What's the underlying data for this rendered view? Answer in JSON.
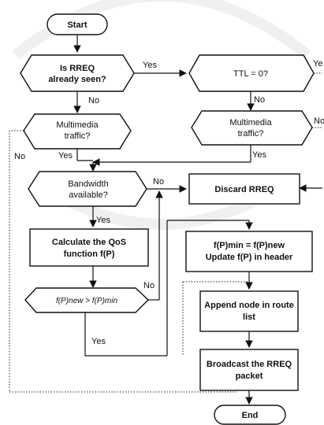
{
  "nodes": {
    "start": "Start",
    "rreq_seen_1": "Is RREQ",
    "rreq_seen_2": "already seen?",
    "ttl": "TTL = 0?",
    "mm_left_1": "Multimedia",
    "mm_left_2": "traffic?",
    "mm_right_1": "Multimedia",
    "mm_right_2": "traffic?",
    "bandwidth_1": "Bandwidth",
    "bandwidth_2": "available?",
    "discard": "Discard RREQ",
    "qos_1": "Calculate the QoS",
    "qos_2": "function f(P)",
    "update_1": "f(P)min = f(P)new",
    "update_2": "Update f(P) in header",
    "compare": "f(P)new > f(P)min",
    "append_1": "Append node in route",
    "append_2": "list",
    "broadcast_1": "Broadcast the RREQ",
    "broadcast_2": "packet",
    "end": "End"
  },
  "edge_labels": {
    "seen_yes": "Yes",
    "ttl_yes": "Ye",
    "seen_no": "No",
    "ttl_no": "No",
    "mm_right_no": "No",
    "mm_left_no": "No",
    "mm_left_yes": "Yes",
    "mm_right_yes": "Yes",
    "bw_no": "No",
    "bw_yes": "Yes",
    "cmp_no": "No",
    "cmp_yes": "Yes"
  }
}
